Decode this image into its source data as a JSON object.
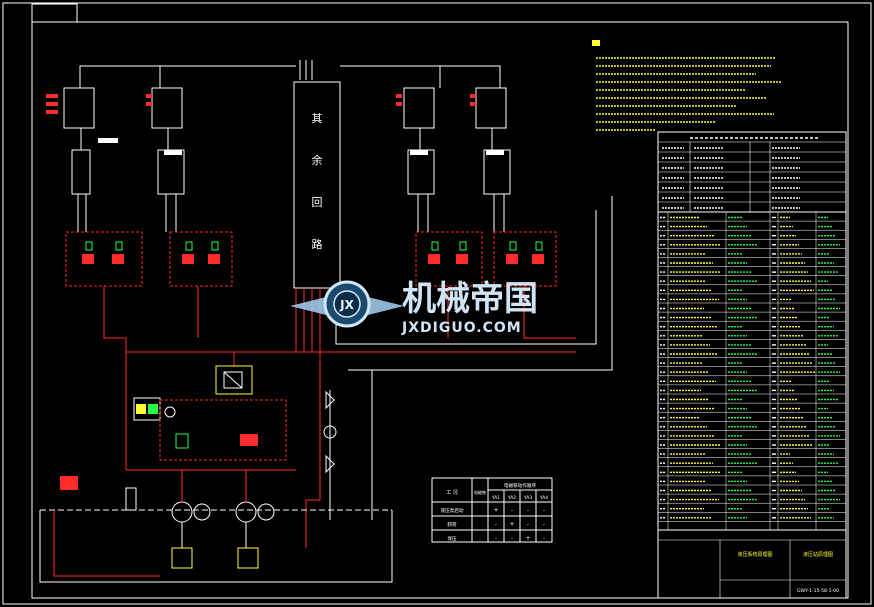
{
  "drawing": {
    "background": "#000000",
    "colors": {
      "frame": "#ffffff",
      "red": "#ff2a2a",
      "green": "#22ff44",
      "yellow": "#ffff33",
      "white": "#ffffff",
      "cyan": "#33ccff"
    },
    "center_label_chars": [
      "其",
      "余",
      "回",
      "路"
    ]
  },
  "watermark": {
    "title": "机械帝国",
    "url": "JXDIGUO.COM",
    "emblem_text": "JX"
  },
  "operation_table": {
    "header_col1": "工 况",
    "header_group": "电磁铁动作顺序",
    "sub_col_first": "电磁铁",
    "sub_cols": [
      "YA1",
      "YA2",
      "YA3",
      "YA4"
    ],
    "rows": [
      {
        "label": "液压泵启动",
        "cells": [
          "+",
          "-",
          "-",
          "-"
        ]
      },
      {
        "label": "卸荷",
        "cells": [
          "-",
          "+",
          "-",
          "-"
        ]
      },
      {
        "label": "保压",
        "cells": [
          "-",
          "-",
          "+",
          "-"
        ]
      }
    ]
  },
  "tech_table": {
    "title": "液压站主要技术参数表"
  },
  "title_block": {
    "line1": "液压系统原理图",
    "line2": "液压站原理图",
    "drawing_no": "GWY-1-15-58-1-00"
  }
}
